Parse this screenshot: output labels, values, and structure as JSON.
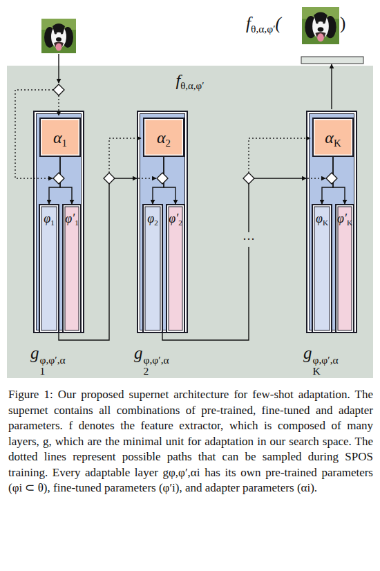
{
  "diagram": {
    "caption": "Figure 1: Our proposed supernet architecture for few-shot adaptation. The supernet contains all combinations of pre-trained, fine-tuned and adapter parameters. f denotes the feature extractor, which is composed of many layers, g, which are the minimal unit for adaptation in our search space. The dotted lines represent possible paths that can be sampled during SPOS training. Every adaptable layer gφ,φ′,αi has its own pre-trained parameters (φi ⊂ θ), fine-tuned parameters (φ′i), and adapter parameters (αi).",
    "nodes": [
      {
        "text": [
          "fθ,α,φ′"
        ]
      },
      {
        "text": [
          "g1φ,φ′,α"
        ],
        "in": 0
      },
      {
        "text": [
          "α1"
        ],
        "in": 1
      },
      {
        "text": [
          "φ1"
        ],
        "in": 1
      },
      {
        "text": [
          "φ′1"
        ],
        "in": 1
      },
      {
        "text": [
          "g2φ,φ′,α"
        ],
        "in": 0
      },
      {
        "text": [
          "α2"
        ],
        "in": 5
      },
      {
        "text": [
          "φ2"
        ],
        "in": 5
      },
      {
        "text": [
          "φ′2"
        ],
        "in": 5
      },
      {
        "text": [
          "gKφ,φ′,α"
        ],
        "in": 0
      },
      {
        "text": [
          "αK"
        ],
        "in": 9
      },
      {
        "text": [
          "φK"
        ],
        "in": 9
      },
      {
        "text": [
          "φ′K"
        ],
        "in": 9
      }
    ],
    "edges": [
      {
        "from": 1,
        "to": 5,
        "arrow": "to"
      },
      {
        "from": 5,
        "to": 9,
        "arrow": "to"
      },
      {
        "from": 2,
        "to": 3,
        "arrow": "to"
      },
      {
        "from": 2,
        "to": 4,
        "arrow": "to"
      },
      {
        "from": 6,
        "to": 7,
        "arrow": "to"
      },
      {
        "from": 6,
        "to": 8,
        "arrow": "to"
      },
      {
        "from": 10,
        "to": 11,
        "arrow": "to"
      },
      {
        "from": 10,
        "to": 12,
        "arrow": "to"
      }
    ],
    "labels": [
      "fθ,α,φ′(",
      ")",
      "···"
    ]
  }
}
